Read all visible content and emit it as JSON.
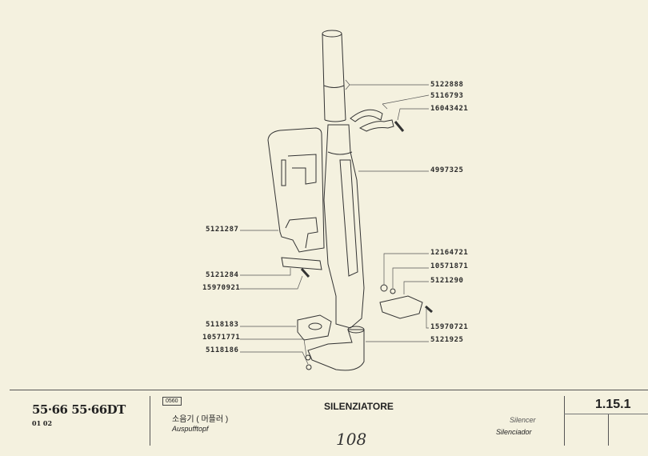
{
  "diagram": {
    "part_numbers_right": [
      "5122888",
      "5116793",
      "16043421",
      "4997325",
      "12164721",
      "10571871",
      "5121290",
      "15970721",
      "5121925"
    ],
    "part_numbers_left": [
      "5121287",
      "5121284",
      "15970921",
      "5118183",
      "10571771",
      "5118186"
    ]
  },
  "footer": {
    "models": "55·66  55·66DT",
    "models_sub": "01 02",
    "code": "0560",
    "title": "SILENZIATORE",
    "korean": "소음기 ( 머플러 )",
    "german": "Auspufftopf",
    "english": "Silencer",
    "spanish": "Silenciador",
    "page_number": "108",
    "section": "1.15.1"
  }
}
